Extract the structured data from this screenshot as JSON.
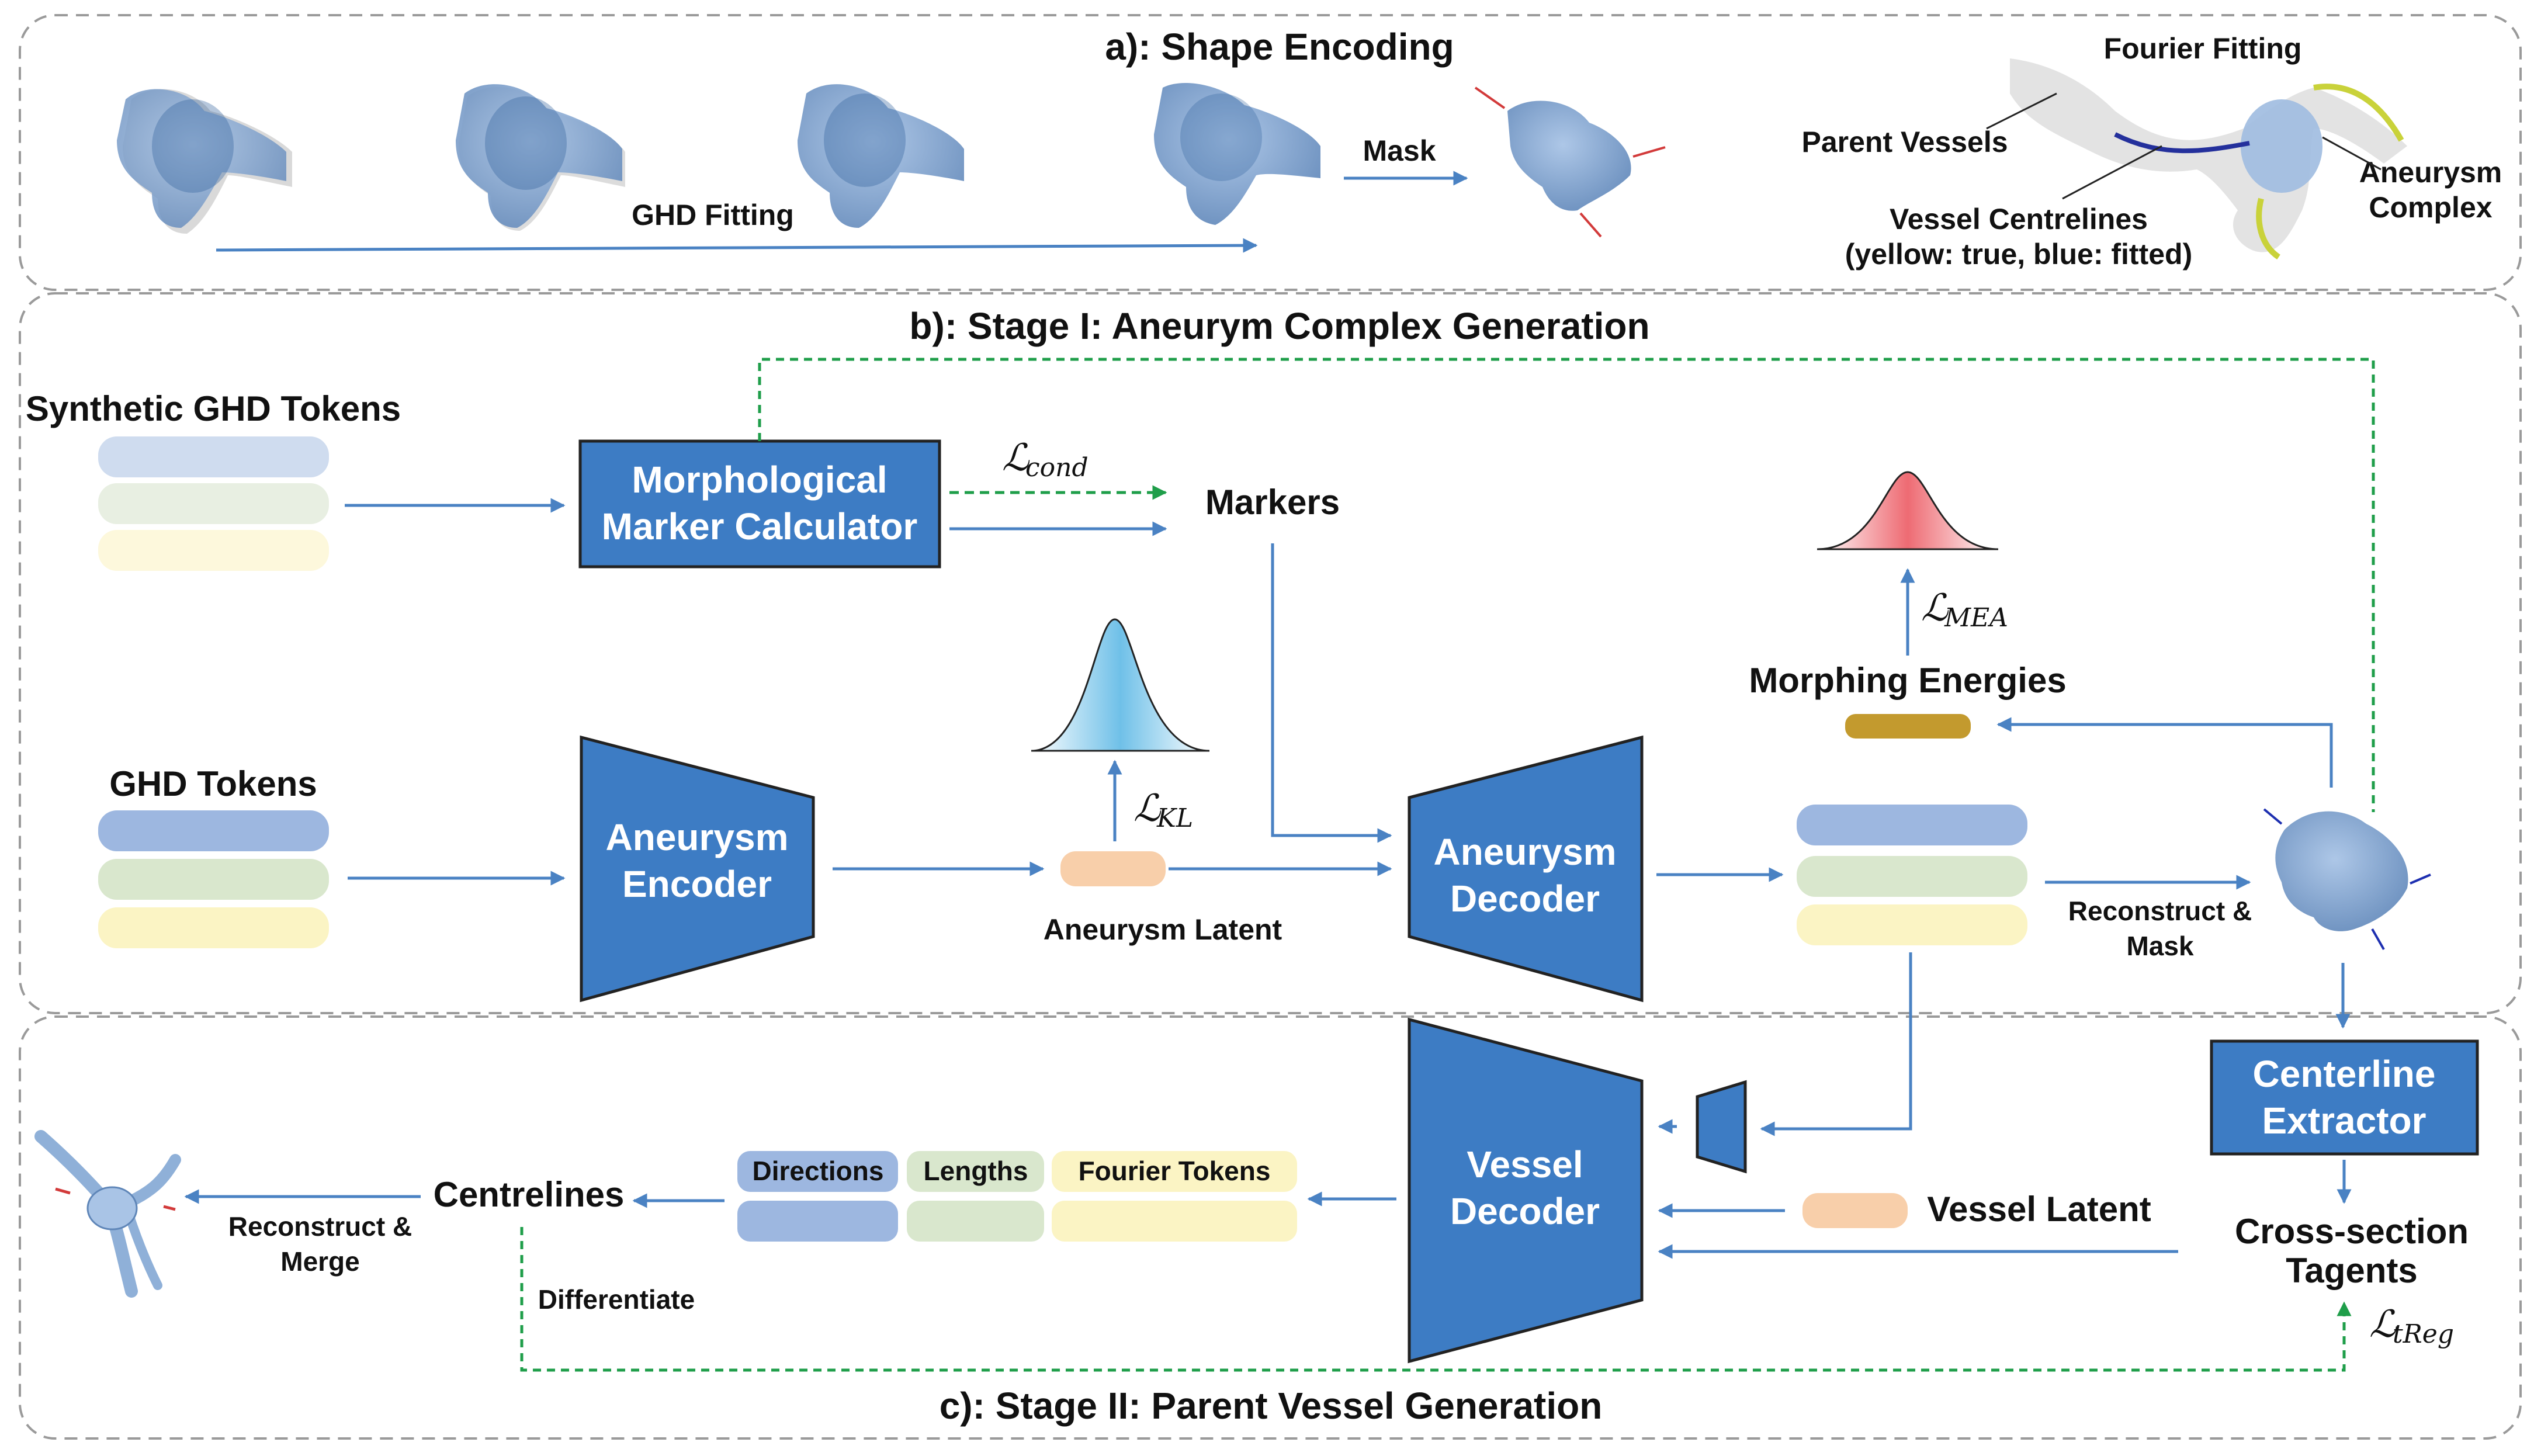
{
  "sections": {
    "a_title": "a): Shape Encoding",
    "b_title": "b): Stage I: Aneurym Complex Generation",
    "c_title": "c): Stage II: Parent Vessel Generation"
  },
  "shape_encoding": {
    "ghd_fitting": "GHD Fitting",
    "mask": "Mask",
    "fourier_fitting": "Fourier Fitting",
    "parent_vessels": "Parent Vessels",
    "vessel_centrelines": "Vessel Centrelines",
    "centreline_legend": "(yellow: true, blue: fitted)",
    "aneurysm_complex_line1": "Aneurysm",
    "aneurysm_complex_line2": "Complex"
  },
  "stage1": {
    "synthetic_ghd_tokens": "Synthetic GHD Tokens",
    "ghd_tokens": "GHD Tokens",
    "marker_calc_line1": "Morphological",
    "marker_calc_line2": "Marker Calculator",
    "markers": "Markers",
    "aneurysm_encoder_line1": "Aneurysm",
    "aneurysm_encoder_line2": "Encoder",
    "aneurysm_latent": "Aneurysm Latent",
    "aneurysm_decoder_line1": "Aneurysm",
    "aneurysm_decoder_line2": "Decoder",
    "morphing_energies": "Morphing Energies",
    "reconstruct_mask_line1": "Reconstruct &",
    "reconstruct_mask_line2": "Mask",
    "loss_cond_main": "ℒ",
    "loss_cond_sub": "cond",
    "loss_kl_main": "ℒ",
    "loss_kl_sub": "KL",
    "loss_mea_main": "ℒ",
    "loss_mea_sub": "MEA"
  },
  "stage2": {
    "centerline_extractor_line1": "Centerline",
    "centerline_extractor_line2": "Extractor",
    "cross_section_line1": "Cross-section",
    "cross_section_line2": "Tagents",
    "loss_treg_main": "ℒ",
    "loss_treg_sub": "tReg",
    "vessel_latent": "Vessel Latent",
    "vessel_decoder_line1": "Vessel",
    "vessel_decoder_line2": "Decoder",
    "token_directions": "Directions",
    "token_lengths": "Lengths",
    "token_fourier": "Fourier Tokens",
    "centrelines": "Centrelines",
    "differentiate": "Differentiate",
    "reconstruct_merge_line1": "Reconstruct &",
    "reconstruct_merge_line2": "Merge"
  },
  "colors": {
    "box_blue": "#3d7cc4",
    "arrow_blue": "#4a82c3",
    "loss_green": "#1f9e4a",
    "token_blue": "#9db7e0",
    "token_green": "#d9e7cd",
    "token_yellow": "#fbf4c4",
    "token_blue_light": "#cfdcef",
    "token_green_light": "#e8efe2",
    "token_yellow_light": "#fdf8dc",
    "latent_orange": "#f8cfaa",
    "energy_gold": "#c39a2e",
    "mesh_blue": "#7ea3cf"
  }
}
